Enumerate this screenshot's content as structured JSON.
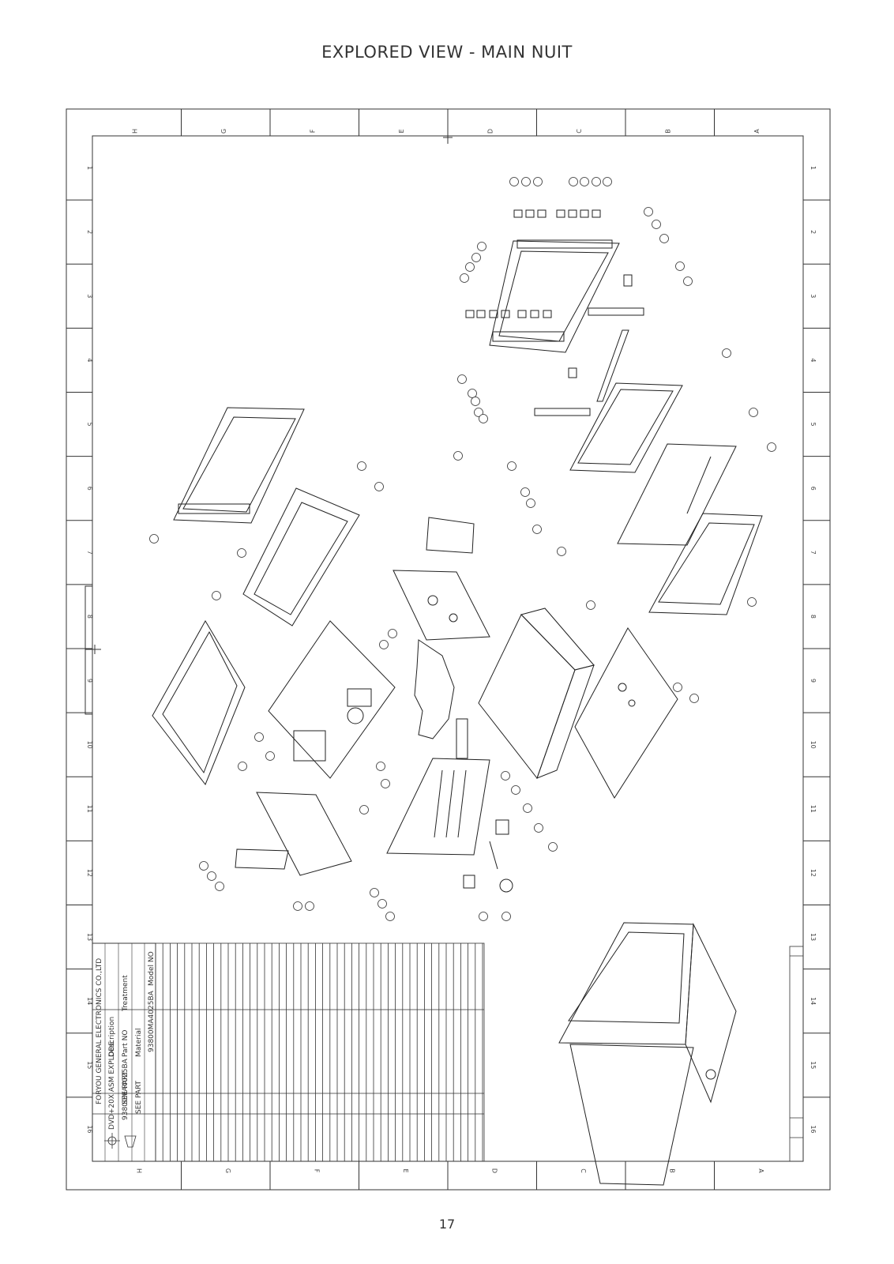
{
  "page": {
    "title": "EXPLORED VIEW - MAIN NUIT",
    "page_number": "17"
  },
  "frame": {
    "col_labels": [
      "H",
      "G",
      "F",
      "E",
      "D",
      "C",
      "B",
      "A"
    ],
    "row_labels": [
      "1",
      "2",
      "3",
      "4",
      "5",
      "6",
      "7",
      "8",
      "9",
      "10",
      "11",
      "12",
      "13",
      "14",
      "15",
      "16"
    ]
  },
  "title_block": {
    "model_label": "Model NO",
    "model_value": "93800MA4025BA",
    "material_label": "Material",
    "material_value": "SEE PART",
    "treatment_label": "Treatment",
    "treatment_value": "SEE PART",
    "part_no_label": "Part NO",
    "part_no_value": "93800MA4025BA",
    "description_label": "Description",
    "description_value": "DVD+20X ASM EXPLODE",
    "company": "FORYOU GENERAL ELECTRONICS CO.,LTD"
  }
}
